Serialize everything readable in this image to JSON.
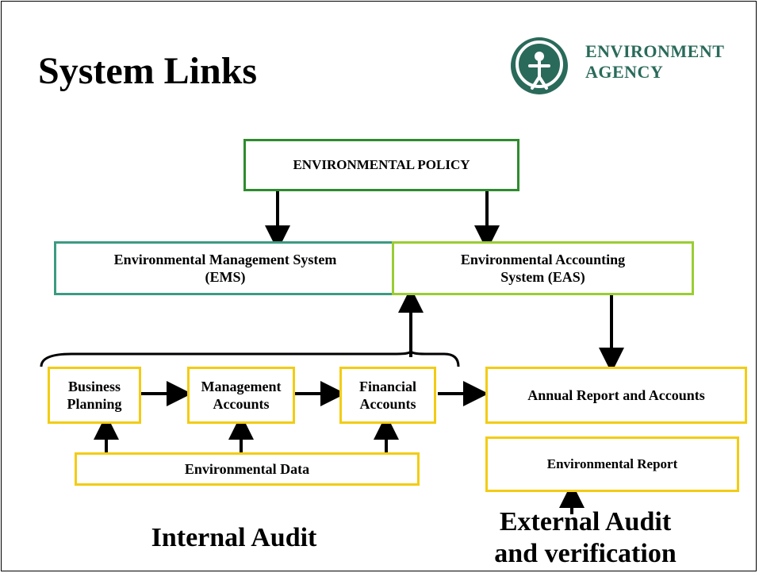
{
  "slide": {
    "title": "System Links",
    "logo": {
      "line1": "ENVIRONMENT",
      "line2": "AGENCY",
      "icon": "tree-figure-logo"
    }
  },
  "diagram": {
    "policy": "ENVIRONMENTAL POLICY",
    "ems": "Environmental Management System (EMS)",
    "eas": "Environmental Accounting System (EAS)",
    "business_planning": "Business Planning",
    "management_accounts": "Management Accounts",
    "financial_accounts": "Financial Accounts",
    "environmental_data": "Environmental Data",
    "annual_report": "Annual Report and Accounts",
    "environmental_report": "Environmental Report",
    "internal_audit": "Internal Audit",
    "external_audit": "External Audit and verification"
  },
  "colors": {
    "policy_border": "#2e8b2e",
    "ems_border": "#3c9a82",
    "eas_border": "#9acd32",
    "process_border": "#f2cc14",
    "logo": "#2a6a5a"
  }
}
